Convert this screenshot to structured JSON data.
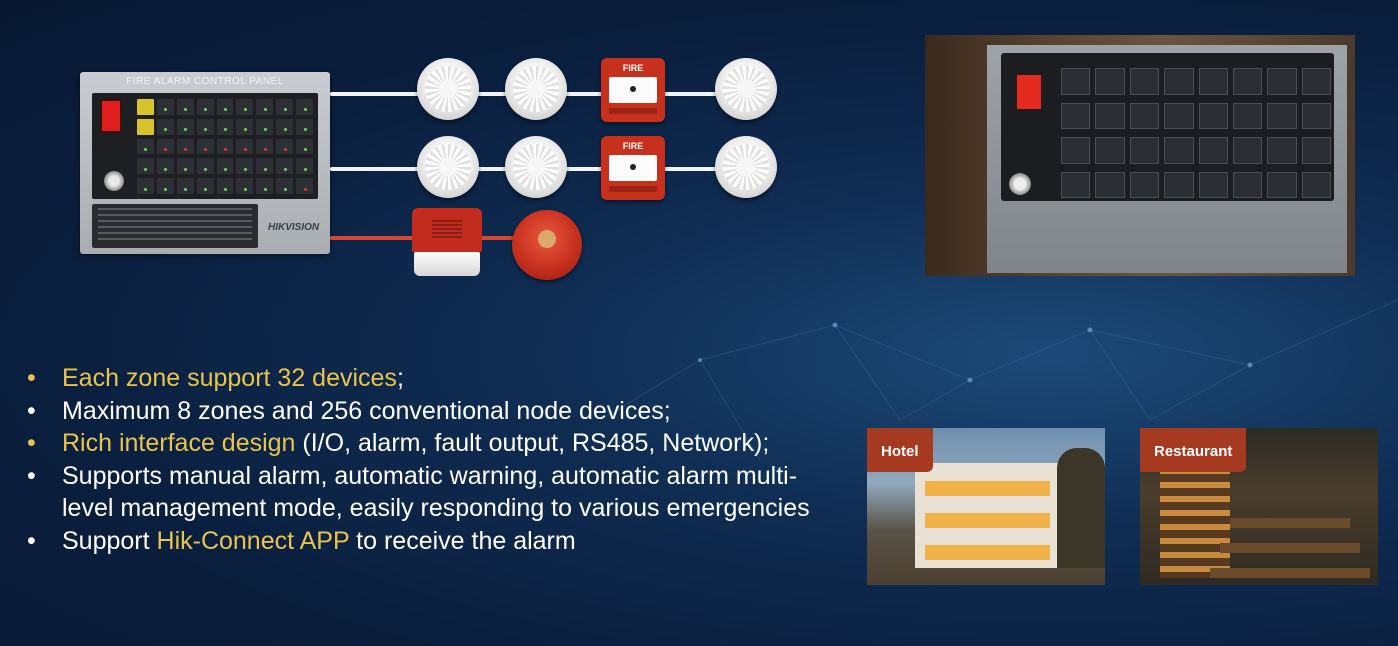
{
  "diagram": {
    "panel_title": "FIRE ALARM CONTROL PANEL",
    "panel_brand": "HIKVISION",
    "call_point_label": "FIRE"
  },
  "bullets": [
    {
      "highlight": "Each zone support 32 devices",
      "text": ";"
    },
    {
      "highlight": "",
      "text": "Maximum 8 zones and 256 conventional node devices;"
    },
    {
      "highlight": "Rich interface design",
      "text": " (I/O, alarm, fault output, RS485, Network);"
    },
    {
      "highlight": "",
      "text": "Supports manual alarm, automatic warning, automatic alarm multi-level management mode, easily responding to various emergencies"
    },
    {
      "pre": "Support ",
      "highlight": "Hik-Connect APP",
      "text": " to receive the alarm"
    }
  ],
  "bullet_symbol": "•",
  "scenes": {
    "hotel": "Hotel",
    "restaurant": "Restaurant"
  },
  "colors": {
    "highlight": "#e8c44e",
    "background": "#0f2c52",
    "tag": "#a53a20"
  }
}
